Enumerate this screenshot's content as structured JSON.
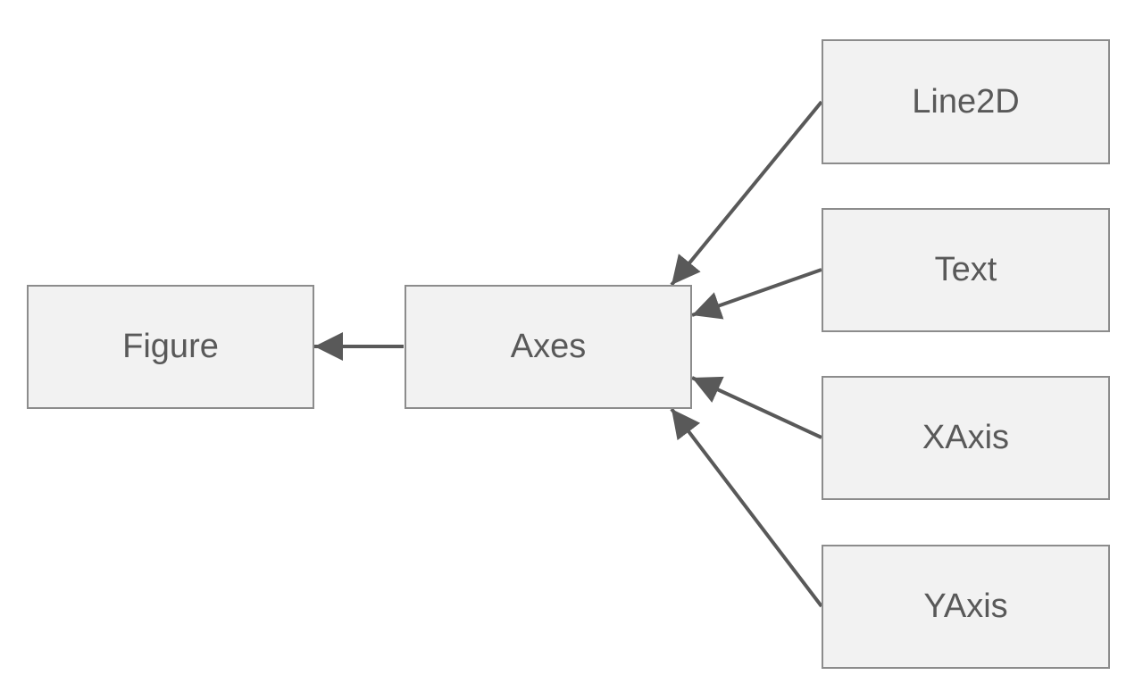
{
  "nodes": {
    "figure": "Figure",
    "axes": "Axes",
    "line2d": "Line2D",
    "text": "Text",
    "xaxis": "XAxis",
    "yaxis": "YAxis"
  },
  "edges": [
    {
      "from": "axes",
      "to": "figure"
    },
    {
      "from": "line2d",
      "to": "axes"
    },
    {
      "from": "text",
      "to": "axes"
    },
    {
      "from": "xaxis",
      "to": "axes"
    },
    {
      "from": "yaxis",
      "to": "axes"
    }
  ],
  "colors": {
    "box_fill": "#f2f2f2",
    "box_border": "#8c8c8c",
    "arrow": "#595959",
    "text": "#595959"
  }
}
